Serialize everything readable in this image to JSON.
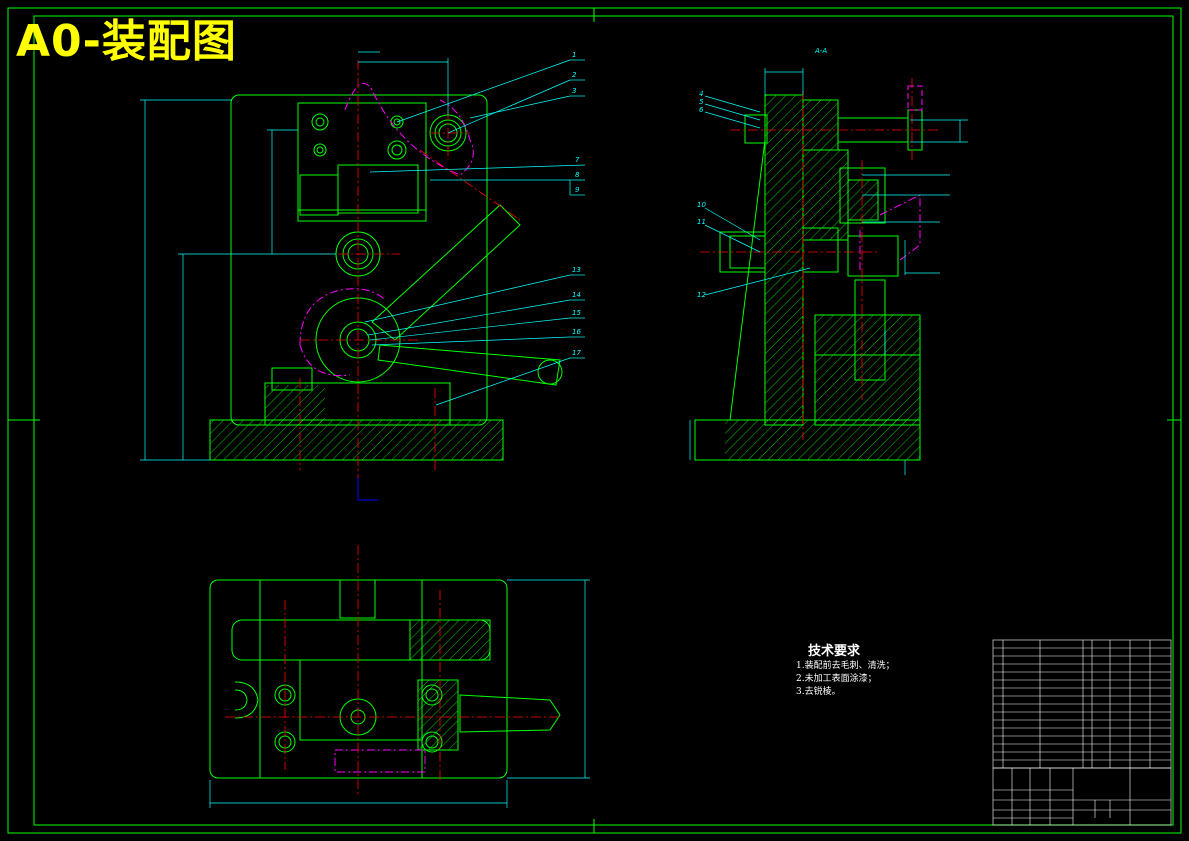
{
  "title": "A0-装配图",
  "section_label": "A-A",
  "balloons_front": [
    "1",
    "2",
    "3",
    "7",
    "8",
    "9",
    "13",
    "14",
    "15",
    "16",
    "17"
  ],
  "balloons_side": [
    "4",
    "5",
    "6",
    "10",
    "11",
    "12"
  ],
  "technical_requirements": {
    "heading": "技术要求",
    "items": [
      "1.装配前去毛刺、清洗；",
      "2.未加工表面涂漆；",
      "3.去锐棱。"
    ]
  },
  "colors": {
    "frame": "#00ff00",
    "leader": "#00ffff",
    "center": "#ff0000",
    "phantom": "#ff00ff",
    "hatch": "#00ff00",
    "title": "#ffff00"
  }
}
